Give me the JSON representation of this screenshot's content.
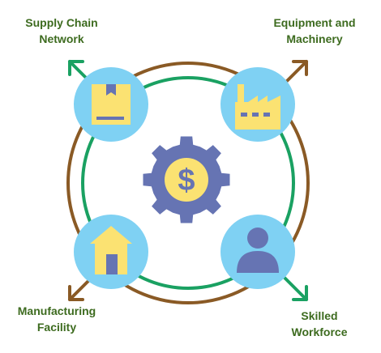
{
  "colors": {
    "green": "#1aa162",
    "brown": "#8a5a25",
    "circle": "#7fd1f3",
    "yellow": "#fbe272",
    "slate": "#6674b3",
    "label": "#3d6b1f"
  },
  "labels": {
    "top_left": {
      "line1": "Supply Chain",
      "line2": "Network",
      "icon": "box-icon"
    },
    "top_right": {
      "line1": "Equipment and",
      "line2": "Machinery",
      "icon": "factory-icon"
    },
    "bottom_left": {
      "line1": "Manufacturing",
      "line2": "Facility",
      "icon": "house-icon"
    },
    "bottom_right": {
      "line1": "Skilled",
      "line2": "Workforce",
      "icon": "person-icon"
    }
  },
  "center": {
    "icon": "gear-dollar-icon",
    "symbol": "$"
  }
}
